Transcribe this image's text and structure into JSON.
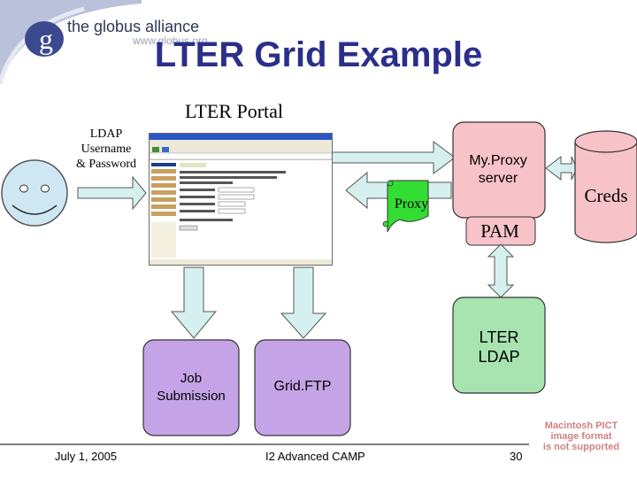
{
  "logo": {
    "line1": "the globus alliance",
    "line2": "www.globus.org"
  },
  "title": "LTER Grid Example",
  "portal_label": "LTER Portal",
  "ldap_credentials_label": [
    "LDAP",
    "Username",
    "& Password"
  ],
  "nodes": {
    "myproxy": [
      "My.Proxy",
      "server"
    ],
    "creds": "Creds",
    "pam": "PAM",
    "proxy": "Proxy",
    "lter_ldap": [
      "LTER",
      "LDAP"
    ],
    "job_submission": [
      "Job",
      "Submission"
    ],
    "gridftp": "Grid.FTP"
  },
  "footer": {
    "date": "July 1, 2005",
    "center": "I2 Advanced CAMP",
    "page": "30"
  },
  "pict_notice": [
    "Macintosh PICT",
    "image format",
    "is not supported"
  ],
  "colors": {
    "title": "#2b2f8a",
    "arrow_fill": "#d6f0f0",
    "myproxy_fill": "#f7c3c8",
    "creds_fill": "#f7c3c8",
    "ldap_fill": "#a8e4b0",
    "job_fill": "#c4a4e6",
    "proxy_fill": "#33dd33",
    "face_fill": "#cfe7f3"
  }
}
